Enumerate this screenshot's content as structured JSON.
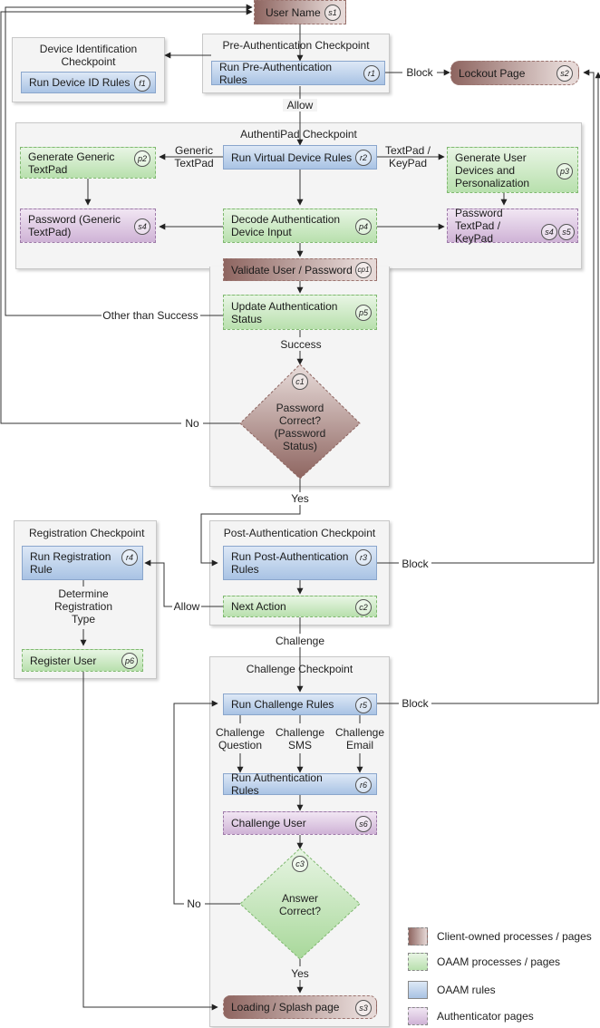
{
  "checkpoints": {
    "device_id": "Device Identification Checkpoint",
    "pre_auth": "Pre-Authentication Checkpoint",
    "authentipad": "AuthentiPad Checkpoint",
    "post_auth": "Post-Authentication Checkpoint",
    "registration": "Registration Checkpoint",
    "challenge": "Challenge Checkpoint"
  },
  "nodes": {
    "user_name": {
      "label": "User Name",
      "tag": "s1"
    },
    "device_id_rules": {
      "label": "Run Device ID Rules",
      "tag": "f1"
    },
    "pre_auth_rules": {
      "label": "Run Pre-Authentication Rules",
      "tag": "r1"
    },
    "lockout": {
      "label": "Lockout Page",
      "tag": "s2"
    },
    "generic_textpad": {
      "label": "Generate Generic TextPad",
      "tag": "p2"
    },
    "virtual_device_rules": {
      "label": "Run Virtual Device Rules",
      "tag": "r2"
    },
    "user_devices": {
      "label": "Generate User Devices and Personalization",
      "tag": "p3"
    },
    "password_generic": {
      "label": "Password (Generic TextPad)",
      "tag": "s4"
    },
    "decode_input": {
      "label": "Decode Authentication Device Input",
      "tag": "p4"
    },
    "password_textpad": {
      "label": "Password TextPad / KeyPad",
      "tag": "s4",
      "tag2": "s5"
    },
    "validate_user": {
      "label": "Validate User / Password",
      "tag": "cp1"
    },
    "update_status": {
      "label": "Update Authentication Status",
      "tag": "p5"
    },
    "password_correct": {
      "label": "Password Correct? (Password Status)",
      "tag": "c1"
    },
    "registration_rule": {
      "label": "Run Registration Rule",
      "tag": "r4"
    },
    "register_user": {
      "label": "Register User",
      "tag": "p6"
    },
    "post_auth_rules": {
      "label": "Run Post-Authentication Rules",
      "tag": "r3"
    },
    "next_action": {
      "label": "Next Action",
      "tag": "c2"
    },
    "challenge_rules": {
      "label": "Run Challenge Rules",
      "tag": "r5"
    },
    "auth_rules": {
      "label": "Run Authentication Rules",
      "tag": "r6"
    },
    "challenge_user": {
      "label": "Challenge User",
      "tag": "s6"
    },
    "answer_correct": {
      "label": "Answer Correct?",
      "tag": "c3"
    },
    "loading_splash": {
      "label": "Loading / Splash page",
      "tag": "s3"
    }
  },
  "edge_labels": {
    "block1": "Block",
    "allow1": "Allow",
    "generic_textpad": "Generic TextPad",
    "textpad_keypad": "TextPad / KeyPad",
    "other_than_success": "Other than Success",
    "success": "Success",
    "no1": "No",
    "yes1": "Yes",
    "block2": "Block",
    "allow2": "Allow",
    "determine_type": "Determine Registration Type",
    "challenge": "Challenge",
    "block3": "Block",
    "challenge_question": "Challenge Question",
    "challenge_sms": "Challenge SMS",
    "challenge_email": "Challenge Email",
    "no2": "No",
    "yes2": "Yes"
  },
  "legend": [
    {
      "label": "Client-owned processes / pages",
      "color": "#a07a75"
    },
    {
      "label": "OAAM processes / pages",
      "color": "#b8e0ad"
    },
    {
      "label": "OAAM rules",
      "color": "#a9c3e4"
    },
    {
      "label": "Authenticator pages",
      "color": "#cfb3d6"
    }
  ]
}
